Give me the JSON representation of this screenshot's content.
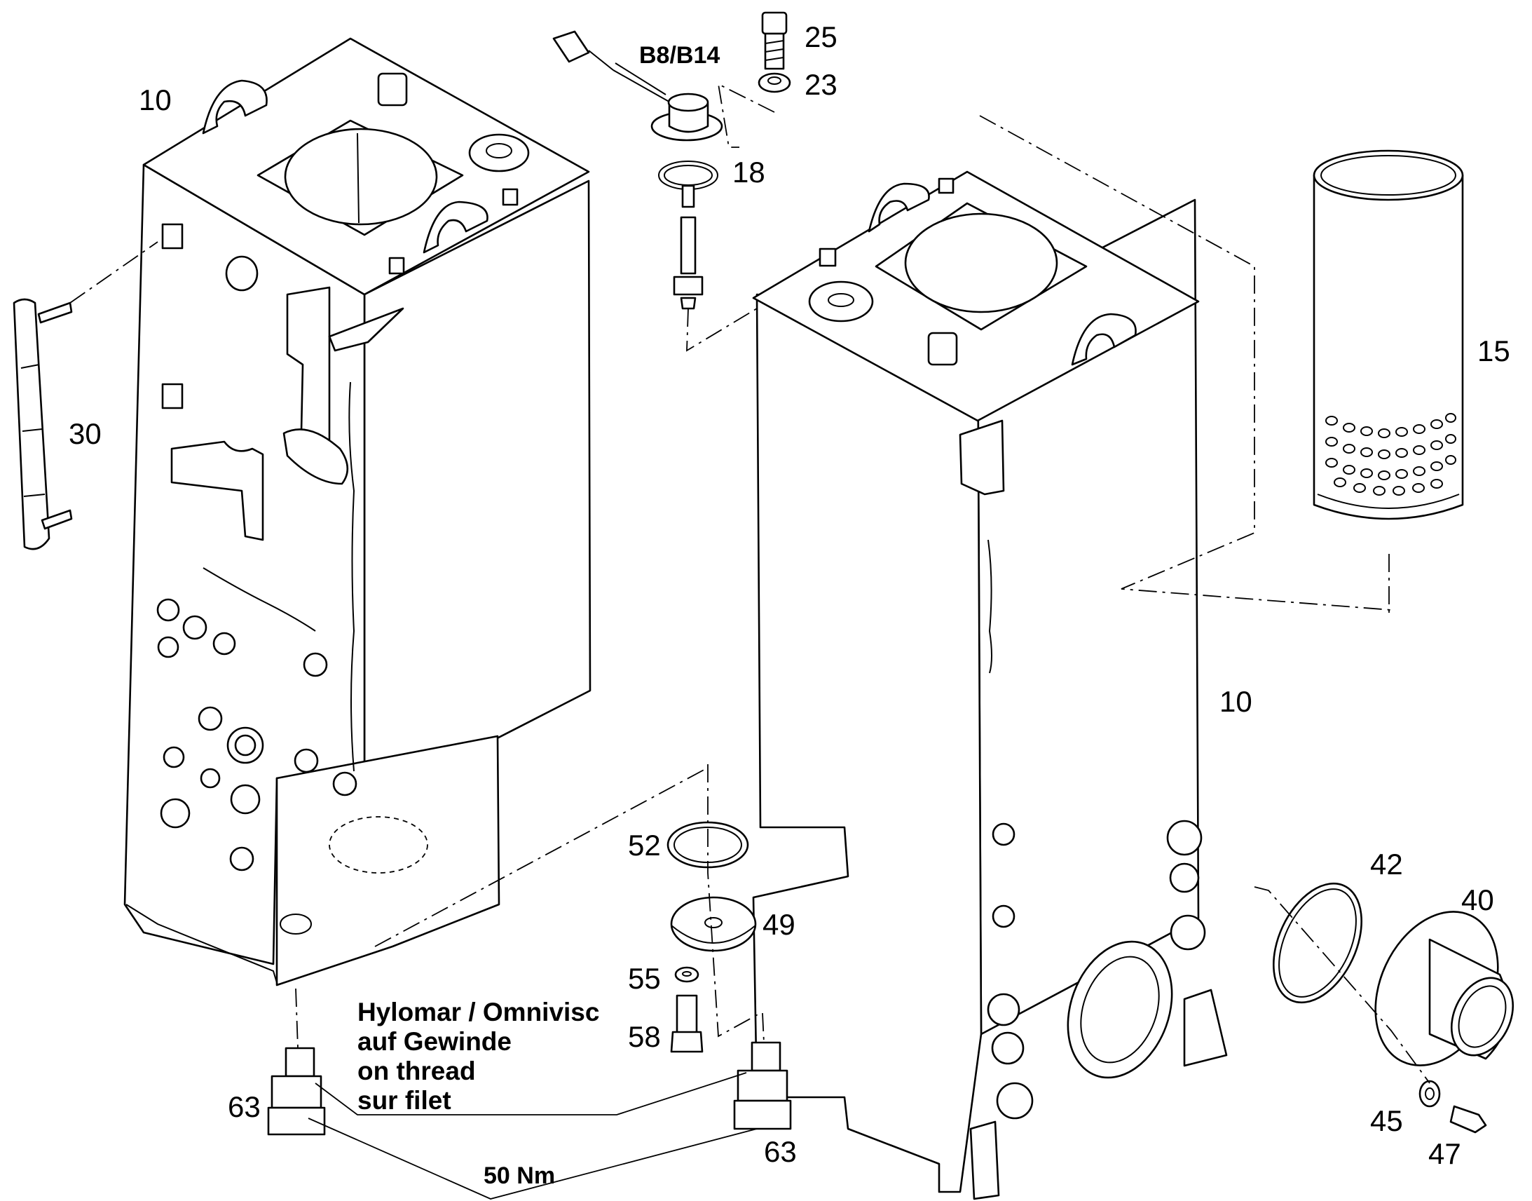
{
  "diagram": {
    "callouts": [
      {
        "id": "c10a",
        "text": "10"
      },
      {
        "id": "c10b",
        "text": "10"
      },
      {
        "id": "c15",
        "text": "15"
      },
      {
        "id": "c18",
        "text": "18"
      },
      {
        "id": "c23",
        "text": "23"
      },
      {
        "id": "c25",
        "text": "25"
      },
      {
        "id": "c30",
        "text": "30"
      },
      {
        "id": "c40",
        "text": "40"
      },
      {
        "id": "c42",
        "text": "42"
      },
      {
        "id": "c45",
        "text": "45"
      },
      {
        "id": "c47",
        "text": "47"
      },
      {
        "id": "c49",
        "text": "49"
      },
      {
        "id": "c52",
        "text": "52"
      },
      {
        "id": "c55",
        "text": "55"
      },
      {
        "id": "c58",
        "text": "58"
      },
      {
        "id": "c63a",
        "text": "63"
      },
      {
        "id": "c63b",
        "text": "63"
      }
    ],
    "sensor_label": "B8/B14",
    "note_lines": [
      "Hylomar / Omnivisc",
      "auf Gewinde",
      "on thread",
      "sur filet"
    ],
    "torque_label": "50 Nm"
  }
}
